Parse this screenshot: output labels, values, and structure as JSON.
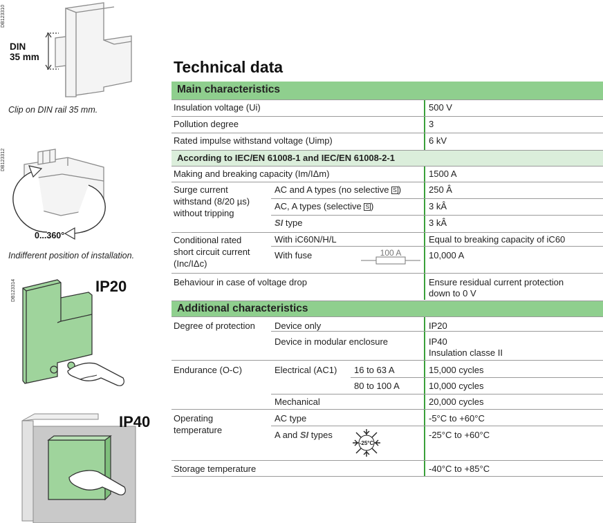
{
  "figures": {
    "din": {
      "code": "DB123310",
      "label_line1": "DIN",
      "label_line2": "35 mm",
      "caption": "Clip on DIN rail 35 mm."
    },
    "rotation": {
      "code": "DB123312",
      "angle": "0...360°",
      "caption": "Indifferent position of installation."
    },
    "ip20": {
      "code": "DB123314",
      "label": "IP20"
    },
    "ip40": {
      "label": "IP40"
    }
  },
  "title": "Technical data",
  "sections": {
    "main": "Main characteristics",
    "iec": "According to IEC/EN 61008-1 and IEC/EN 61008-2-1",
    "additional": "Additional characteristics"
  },
  "rows": {
    "insulation": {
      "label": "Insulation voltage (Ui)",
      "value": "500 V"
    },
    "pollution": {
      "label": "Pollution degree",
      "value": "3"
    },
    "impulse": {
      "label": "Rated impulse withstand voltage (Uimp)",
      "value": "6 kV"
    },
    "making": {
      "label": "Making and breaking capacity (Im/IΔm)",
      "value": "1500 A"
    },
    "surge": {
      "label_l1": "Surge current",
      "label_l2": "withstand (8/20 µs)",
      "label_l3": "without tripping",
      "ac_a_text": "AC and A types (no selective ",
      "ac_a_close": ")",
      "ac_a_value": "250 Â",
      "ac_sel_text": "AC, A types (selective ",
      "ac_sel_close": ")",
      "ac_sel_value": "3 kÂ",
      "si_mark": "SI",
      "si_text": " type",
      "si_value": "3 kÂ",
      "s_symbol": "S"
    },
    "conditional": {
      "label_l1": "Conditional rated",
      "label_l2": "short circuit current",
      "label_l3": "(Inc/IΔc)",
      "with_ic60": "With iC60N/H/L",
      "ic60_value": "Equal to breaking capacity of iC60",
      "with_fuse": "With fuse",
      "fuse_rating": "100 A",
      "fuse_value": "10,000 A"
    },
    "voltage_drop": {
      "label": "Behaviour in case of voltage drop",
      "value_l1": "Ensure residual current protection",
      "value_l2": "down to 0 V"
    },
    "protection": {
      "label": "Degree of protection",
      "device_only": "Device only",
      "device_only_value": "IP20",
      "modular": "Device in modular enclosure",
      "modular_value_l1": "IP40",
      "modular_value_l2": "Insulation classe II"
    },
    "endurance": {
      "label": "Endurance (O-C)",
      "electrical": "Electrical (AC1)",
      "r1_range": "16 to 63 A",
      "r1_value": "15,000 cycles",
      "r2_range": "80 to 100 A",
      "r2_value": "10,000 cycles",
      "mechanical": "Mechanical",
      "mechanical_value": "20,000 cycles"
    },
    "operating": {
      "label_l1": "Operating",
      "label_l2": "temperature",
      "ac_type": "AC type",
      "ac_value": "-5°C to +60°C",
      "a_si_pre": "A and ",
      "si_mark": "SI",
      "a_si_post": " types",
      "a_si_value": "-25°C to +60°C",
      "badge": "-25°C"
    },
    "storage": {
      "label": "Storage temperature",
      "value": "-40°C to +85°C"
    }
  },
  "colors": {
    "header_green": "#8fcf8e",
    "subheader_green": "#dbeedb",
    "divider_green": "#3aa03a",
    "device_green": "#9fd49c"
  }
}
